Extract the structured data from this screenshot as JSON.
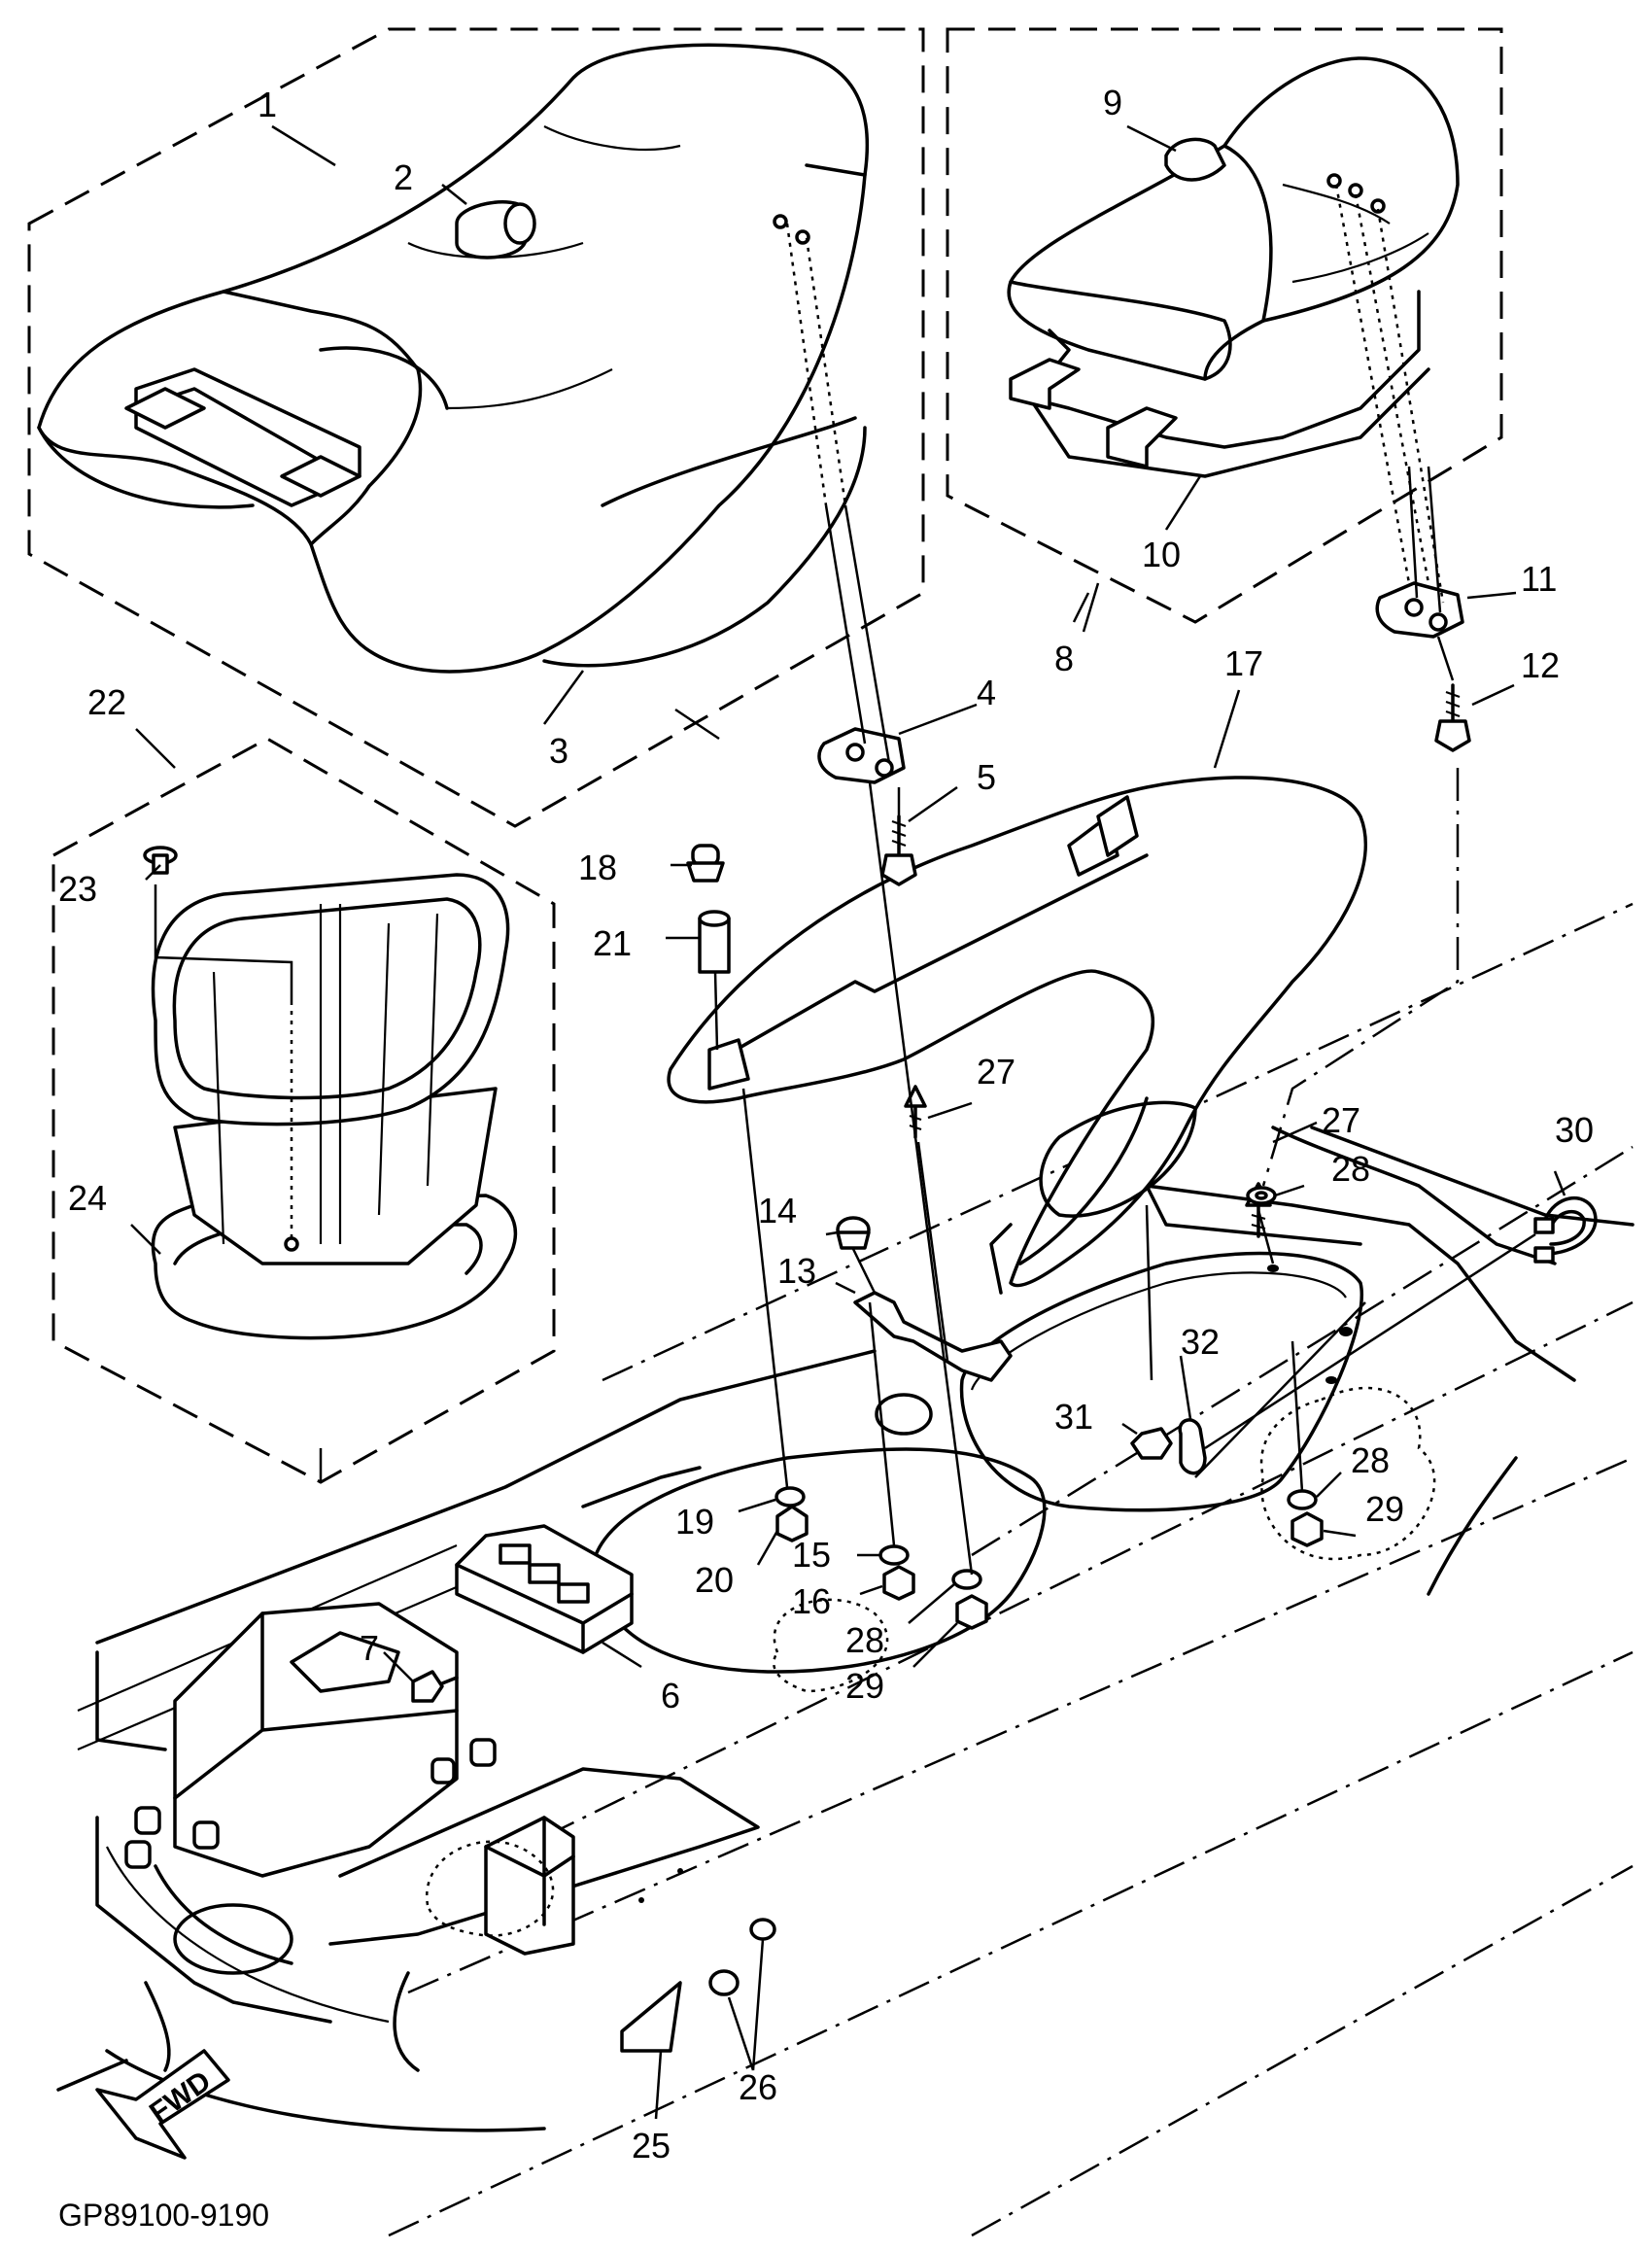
{
  "figure_code": "GP89100-9190",
  "direction_label": "FWD",
  "callouts": [
    "1",
    "2",
    "3",
    "4",
    "5",
    "6",
    "7",
    "8",
    "9",
    "10",
    "11",
    "12",
    "13",
    "14",
    "15",
    "16",
    "17",
    "18",
    "19",
    "20",
    "21",
    "22",
    "23",
    "24",
    "25",
    "26",
    "27",
    "28",
    "29",
    "30",
    "31",
    "32"
  ],
  "callouts_repeat": {
    "27b": "27",
    "28b": "28",
    "28c": "28",
    "29b": "29"
  }
}
